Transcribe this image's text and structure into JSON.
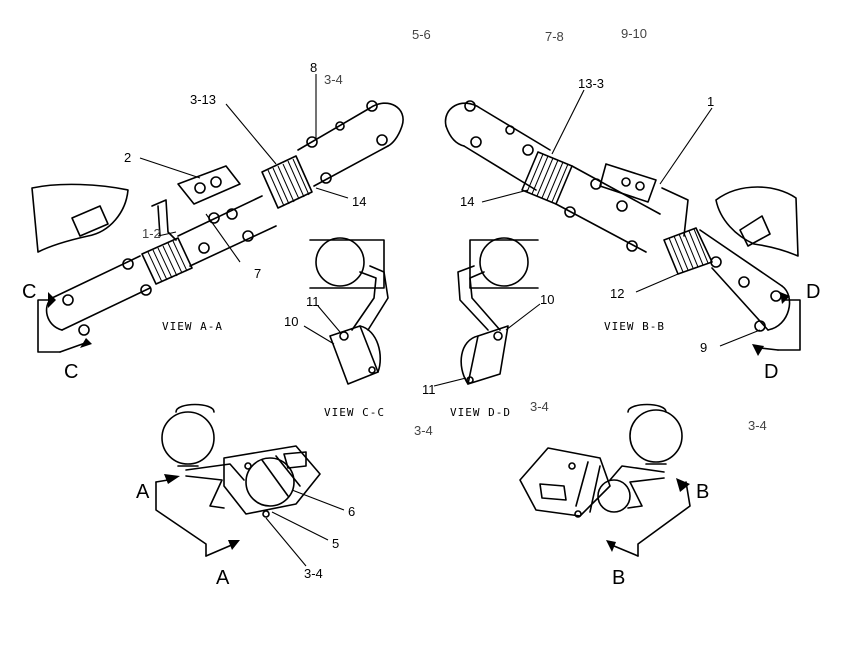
{
  "header_refs": {
    "r1": "5-6",
    "r2": "7-8",
    "r3": "9-10"
  },
  "view_aa": {
    "title": "VIEW A-A",
    "callouts": {
      "c8": "8",
      "c34": "3-4",
      "c313": "3-13",
      "c2": "2",
      "c12": "1-2",
      "c14": "14",
      "c7": "7"
    }
  },
  "view_bb": {
    "title": "VIEW B-B",
    "callouts": {
      "c133": "13-3",
      "c1": "1",
      "c14": "14",
      "c12": "12",
      "c9": "9"
    }
  },
  "view_cc": {
    "title": "VIEW C-C",
    "callouts": {
      "c11": "11",
      "c10": "10"
    }
  },
  "view_dd": {
    "title": "VIEW D-D",
    "callouts": {
      "c10": "10",
      "c11": "11"
    }
  },
  "loose_refs": {
    "r34a": "3-4",
    "r34b": "3-4",
    "r34c": "3-4"
  },
  "bottom_left": {
    "callouts": {
      "c6": "6",
      "c5": "5",
      "c34": "3-4"
    }
  },
  "section_marks": {
    "c_top": "C",
    "c_bottom": "C",
    "d_top": "D",
    "d_bottom": "D",
    "a_top": "A",
    "a_bottom": "A",
    "b_top": "B",
    "b_bottom": "B"
  }
}
